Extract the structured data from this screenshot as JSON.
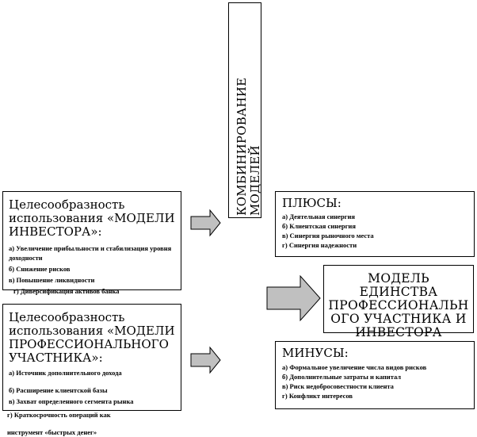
{
  "combining": {
    "text": "КОМБИНИРОВАНИЕ МОДЕЛЕЙ"
  },
  "investor_model": {
    "title": "Целесообразность использования «МОДЕЛИ ИНВЕСТОРА»:",
    "items": [
      "а) Увеличение прибыльности и стабилизация уровня доходности",
      "б) Снижение рисков",
      "в) Повышение ликвидности",
      "г) Диверсификация активов банка"
    ]
  },
  "participant_model": {
    "title": "Целесообразность использования «МОДЕЛИ ПРОФЕССИОНАЛЬНОГО УЧАСТНИКА»:",
    "items": [
      "а) Источник дополнительного дохода",
      "б) Расширение клиентской базы",
      "в) Захват определенного сегмента рынка",
      "г) Краткосрочность операций как",
      "инструмент «быстрых денег»"
    ]
  },
  "pluses": {
    "title": "ПЛЮСЫ:",
    "items": [
      "а) Деятельная синергия",
      "б) Клиентская синергия",
      "в) Синергия рыночного места",
      "г) Синергия надежности"
    ]
  },
  "unity_model": {
    "text": "МОДЕЛЬ ЕДИНСТВА ПРОФЕССИОНАЛЬН ОГО УЧАСТНИКА И ИНВЕСТОРА"
  },
  "minuses": {
    "title": "МИНУСЫ:",
    "items": [
      "а) Формальное увеличение числа видов рисков",
      "б) Дополнительные затраты и капитал",
      "в) Риск недобросовестности клиента",
      "г) Конфликт интересов"
    ]
  },
  "colors": {
    "arrow_fill": "#c0c0c0",
    "line": "#000000",
    "background": "#ffffff"
  }
}
